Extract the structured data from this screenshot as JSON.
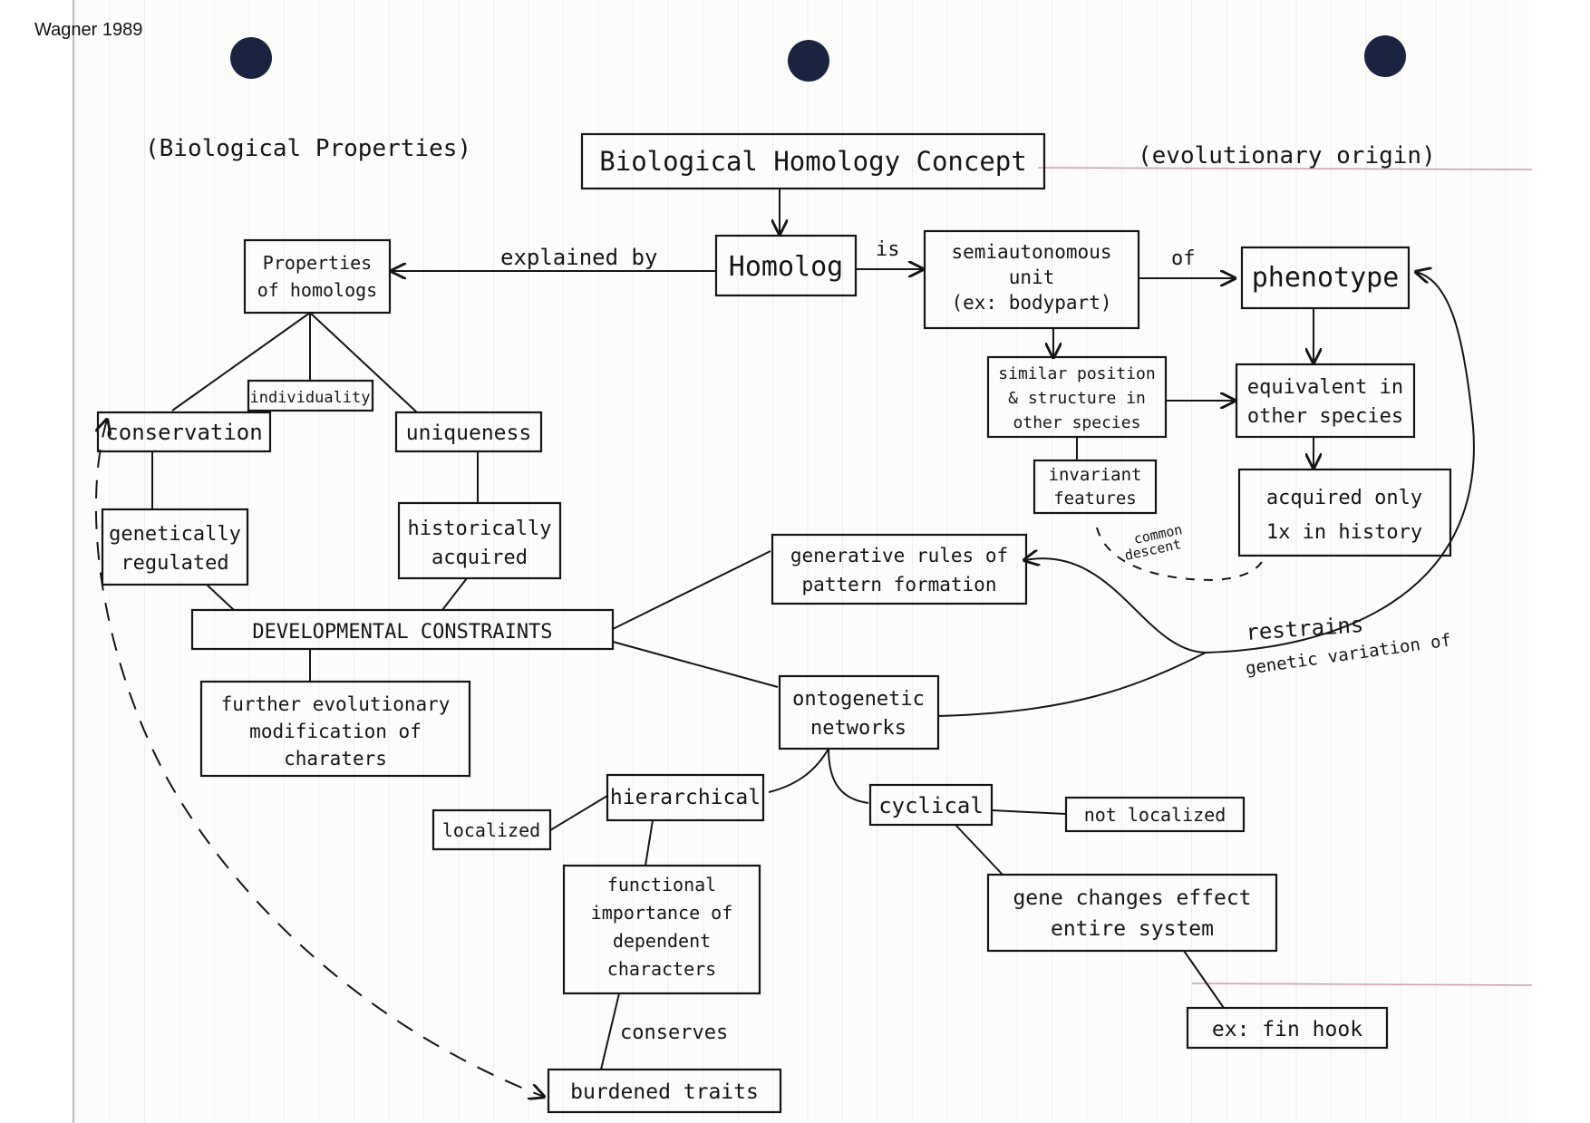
{
  "page_label": "Wagner 1989",
  "headers": {
    "left": "(Biological Properties)",
    "right": "(evolutionary origin)"
  },
  "nodes": {
    "bhc": "Biological Homology Concept",
    "homolog": "Homolog",
    "properties": [
      "Properties",
      "of homologs"
    ],
    "semi": [
      "semiautonomous",
      "unit",
      "(ex: bodypart)"
    ],
    "phenotype": "phenotype",
    "individuality": "individuality",
    "conservation": "conservation",
    "uniqueness": "uniqueness",
    "similar": [
      "similar position",
      "& structure in",
      "other species"
    ],
    "equivalent": [
      "equivalent in",
      "other species"
    ],
    "invariant": [
      "invariant",
      "features"
    ],
    "acquired_once": [
      "acquired only",
      "1x in history"
    ],
    "genetic": [
      "genetically",
      "regulated"
    ],
    "historic": [
      "historically",
      "acquired"
    ],
    "generative": [
      "generative rules of",
      "pattern formation"
    ],
    "dev": "DEVELOPMENTAL CONSTRAINTS",
    "further": [
      "further evolutionary",
      "modification of",
      "charaters"
    ],
    "onto": [
      "ontogenetic",
      "networks"
    ],
    "hier": "hierarchical",
    "localized": "localized",
    "cyclical": "cyclical",
    "notlocal": "not localized",
    "functional": [
      "functional",
      "importance of",
      "dependent",
      "characters"
    ],
    "gene": [
      "gene changes effect",
      "entire system"
    ],
    "fin": "ex: fin hook",
    "burdened": "burdened traits"
  },
  "edge_labels": {
    "explained_by": "explained by",
    "is": "is",
    "of": "of",
    "common_descent": [
      "common",
      "descent"
    ],
    "restrains": [
      "restrains",
      "genetic variation of"
    ],
    "conserves": "conserves"
  },
  "colors": {
    "ink": "#151515",
    "binder_hole": "#1a2440",
    "margin_line": "#c9a0ab"
  }
}
